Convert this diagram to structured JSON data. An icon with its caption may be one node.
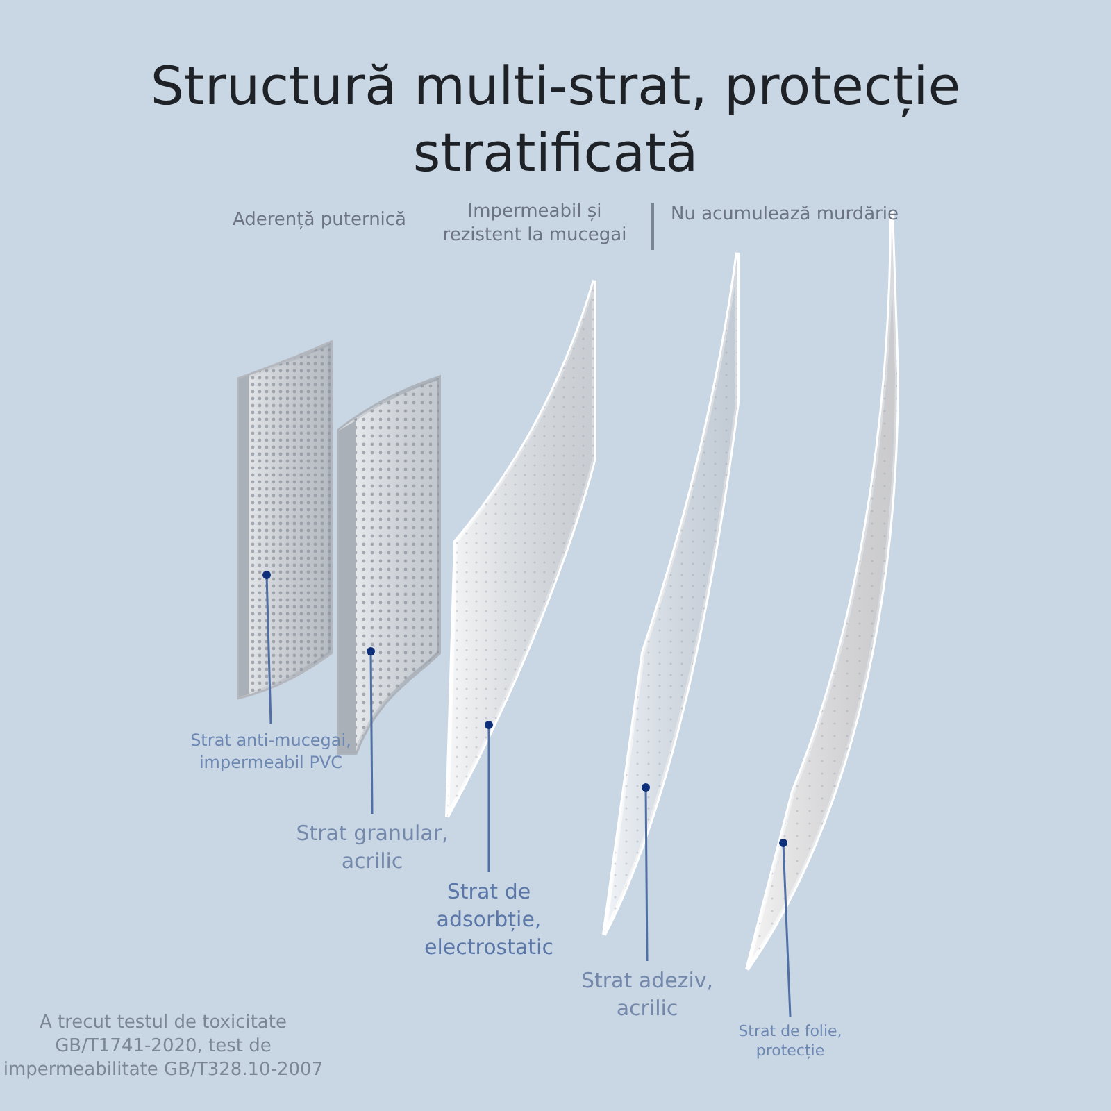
{
  "diagram": {
    "title": "Structură multi-strat, protecție stratificată",
    "nodes": [
      {
        "text": [],
        "shape": "picture"
      },
      {
        "text": [],
        "shape": "picture"
      },
      {
        "text": [],
        "shape": "picture"
      },
      {
        "text": [],
        "shape": "picture"
      },
      {
        "text": [],
        "shape": "picture"
      },
      {
        "text": [
          "Strat anti-mucegai, impermeabil PVC"
        ]
      },
      {
        "text": [
          "Strat granular, acrilic"
        ]
      },
      {
        "text": [
          "Strat de adsorbție, electrostatic"
        ]
      },
      {
        "text": [
          "Strat adeziv, acrilic"
        ]
      },
      {
        "text": [
          "Strat de folie, protecție"
        ]
      }
    ],
    "edges": [
      {
        "from": 5,
        "to": 0,
        "arrow": "other"
      },
      {
        "from": 6,
        "to": 1,
        "arrow": "other"
      },
      {
        "from": 7,
        "to": 2,
        "arrow": "other"
      },
      {
        "from": 8,
        "to": 3,
        "arrow": "other"
      },
      {
        "from": 9,
        "to": 4,
        "arrow": "other"
      }
    ],
    "labels": [
      "Aderență puternică",
      "Impermeabil și rezistent la mucegai",
      "Nu acumulează murdărie",
      "A trecut testul de toxicitate GB/T1741-2020, test de impermeabilitate GB/T328.10-2007"
    ]
  }
}
